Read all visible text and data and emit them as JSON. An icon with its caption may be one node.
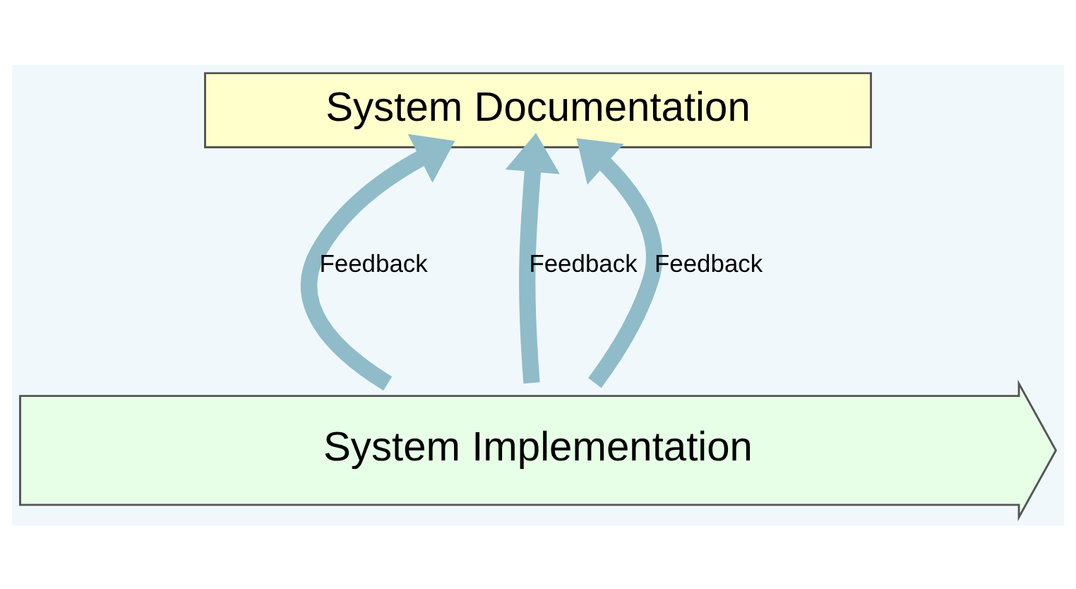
{
  "diagram": {
    "nodes": [
      {
        "text": [
          "System Documentation"
        ]
      },
      {
        "text": [
          "System Implementation"
        ]
      }
    ],
    "edges": [
      {
        "from": 1,
        "to": 0,
        "arrow": "to",
        "label": "Feedback"
      },
      {
        "from": 1,
        "to": 0,
        "arrow": "to",
        "label": "Feedback"
      },
      {
        "from": 1,
        "to": 0,
        "arrow": "to",
        "label": "Feedback"
      }
    ]
  }
}
